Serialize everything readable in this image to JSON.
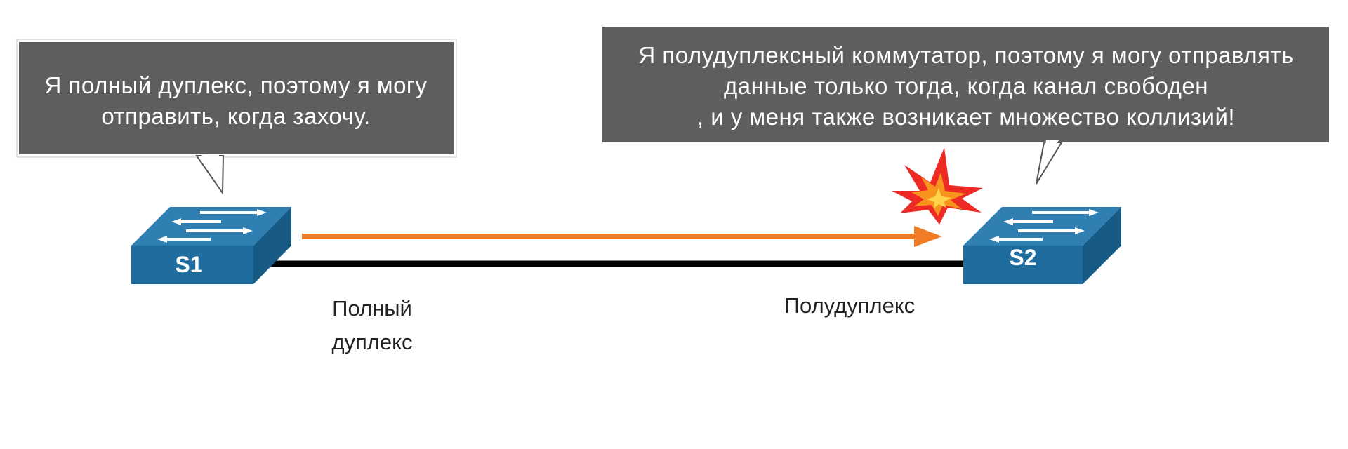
{
  "devices": {
    "s1": {
      "name": "S1"
    },
    "s2": {
      "name": "S2"
    }
  },
  "callouts": {
    "left": {
      "lines": [
        "Я полный дуплекс, поэтому я могу",
        "отправить, когда захочу."
      ]
    },
    "right": {
      "lines": [
        "Я полудуплексный коммутатор, поэтому я могу отправлять",
        "данные только тогда, когда канал свободен",
        ", и у меня также возникает множество коллизий!"
      ]
    }
  },
  "links": {
    "full_duplex": {
      "lines": [
        "Полный",
        "дуплекс"
      ]
    },
    "half_duplex": {
      "label": "Полудуплекс"
    }
  },
  "colors": {
    "callout_bg": "#5f5e5f",
    "switch_top": "#2f7fb3",
    "switch_front": "#1f6d9e",
    "switch_side": "#175a84",
    "data_arrow": "#f07d26",
    "cable": "#000000",
    "collision_outer": "#ee2a24",
    "collision_inner": "#f7941d"
  },
  "icons": {
    "collision": "collision-burst-icon",
    "switch": "network-switch-icon"
  }
}
